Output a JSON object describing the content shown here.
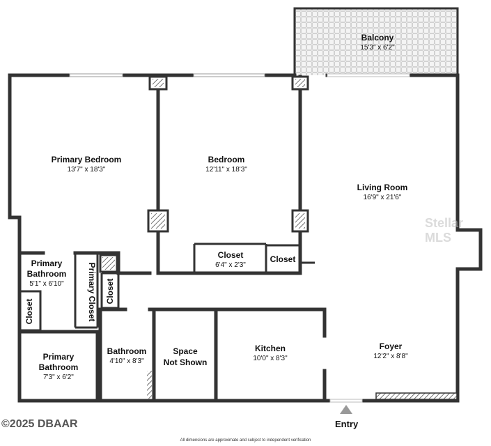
{
  "rooms": {
    "balcony": {
      "name": "Balcony",
      "dims": "15'3\" x 6'2\""
    },
    "primary_bedroom": {
      "name": "Primary Bedroom",
      "dims": "13'7\" x 18'3\""
    },
    "bedroom": {
      "name": "Bedroom",
      "dims": "12'11\" x 18'3\""
    },
    "living_room": {
      "name": "Living Room",
      "dims": "16'9\" x 21'6\""
    },
    "closet_main": {
      "name": "Closet",
      "dims": "6'4\" x 2'3\""
    },
    "closet_small": {
      "name": "Closet"
    },
    "primary_bathroom_top": {
      "line1": "Primary",
      "line2": "Bathroom",
      "dims": "5'1\" x 6'10\""
    },
    "primary_closet": {
      "name": "Primary Closet"
    },
    "closet_left": {
      "name": "Closet"
    },
    "closet_hall": {
      "name": "Closet"
    },
    "primary_bathroom_bottom": {
      "line1": "Primary",
      "line2": "Bathroom",
      "dims": "7'3\" x 6'2\""
    },
    "bathroom": {
      "name": "Bathroom",
      "dims": "4'10\" x 8'3\""
    },
    "space_not_shown": {
      "line1": "Space",
      "line2": "Not Shown"
    },
    "kitchen": {
      "name": "Kitchen",
      "dims": "10'0\" x 8'3\""
    },
    "foyer": {
      "name": "Foyer",
      "dims": "12'2\" x 8'8\""
    }
  },
  "entry_label": "Entry",
  "watermark": "Stellar MLS",
  "copyright": "©2025 DBAAR",
  "disclaimer": "All dimensions are approximate and subject to independent verification"
}
